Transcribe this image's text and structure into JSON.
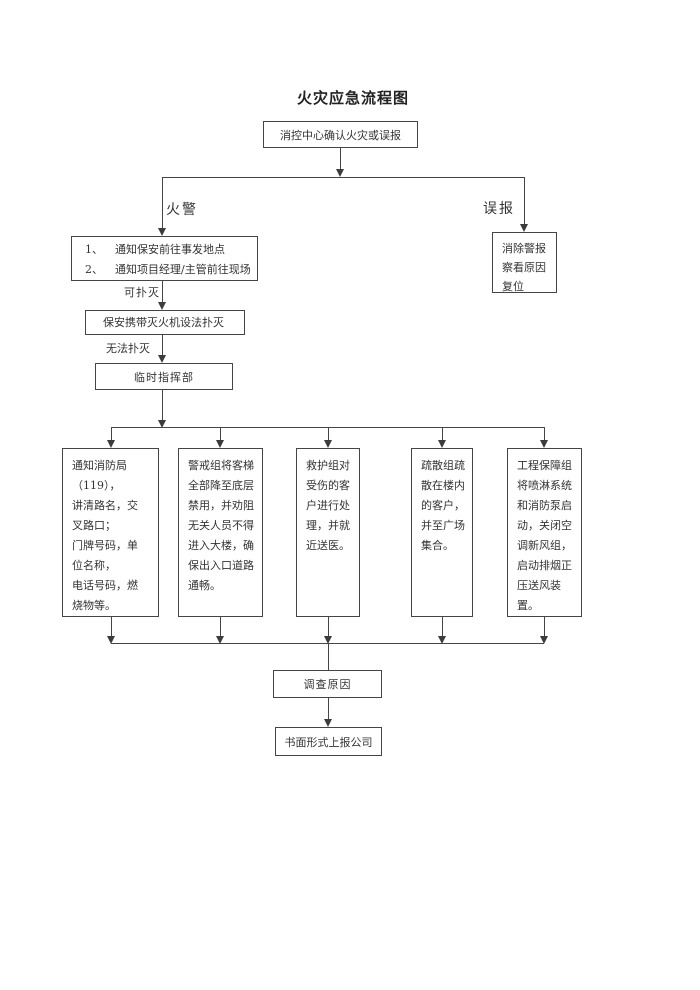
{
  "document": {
    "title": "火灾应急流程图"
  },
  "colors": {
    "background": "#ffffff",
    "line": "#454545",
    "text": "#333333"
  },
  "flow": {
    "start": {
      "label": "消控中心确认火灾或误报"
    },
    "branches": {
      "fire": "火警",
      "false_alarm": "误报"
    },
    "notify": {
      "items": [
        {
          "marker": "1、",
          "text": "通知保安前往事发地点"
        },
        {
          "marker": "2、",
          "text": "通知项目经理/主管前往现场"
        }
      ]
    },
    "false_alarm_action": {
      "lines": [
        "消除警报",
        "察看原因",
        "复位"
      ]
    },
    "labels": {
      "extinguishable": "可扑灭",
      "not_extinguishable": "无法扑灭"
    },
    "extinguish": {
      "label": "保安携带灭火机设法扑灭"
    },
    "command_post": {
      "label": "临时指挥部"
    },
    "teams": [
      {
        "name": "通知消防局",
        "lines": [
          "通知消防局",
          "（119），",
          "讲清路名，交",
          "叉路口；",
          "门牌号码，单",
          "位名称，",
          "电话号码，燃",
          "烧物等。"
        ]
      },
      {
        "name": "警戒组",
        "lines": [
          "警戒组将客梯",
          "全部降至底层",
          "禁用，并劝阻",
          "无关人员不得",
          "进入大楼，确",
          "保出入口道路",
          "通畅。"
        ]
      },
      {
        "name": "救护组",
        "lines": [
          "救护组对",
          "受伤的客",
          "户进行处",
          "理，并就",
          "近送医。"
        ]
      },
      {
        "name": "疏散组",
        "lines": [
          "疏散组疏",
          "散在楼内",
          "的客户，",
          "并至广场",
          "集合。"
        ]
      },
      {
        "name": "工程保障组",
        "lines": [
          "工程保障组",
          "将喷淋系统",
          "和消防泵启",
          "动，关闭空",
          "调新风组，",
          "启动排烟正",
          "压送风装",
          "置。"
        ]
      }
    ],
    "investigate": {
      "label": "调查原因"
    },
    "report": {
      "label": "书面形式上报公司"
    }
  }
}
